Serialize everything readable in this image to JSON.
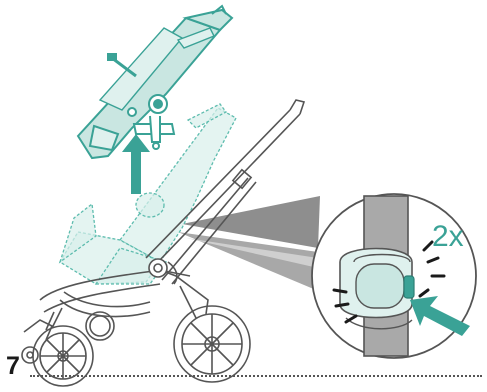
{
  "step": {
    "number": "7",
    "press_count": "2x"
  },
  "illustration": {
    "subject": "stroller",
    "accent_color": "#3aa296",
    "seat_fill": "#c9e6e1",
    "ghost_seat_color": "#8fd0c6",
    "frame_color": "#5a5a5a",
    "icons": [
      "stroller-frame-icon",
      "seat-unit-icon",
      "lift-arrow-icon",
      "press-arrow-icon",
      "release-button-icon"
    ]
  }
}
